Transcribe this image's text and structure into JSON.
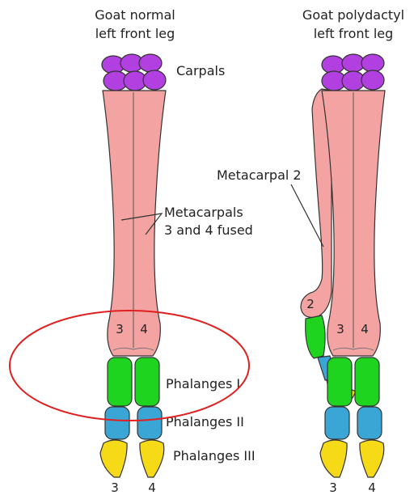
{
  "titles": {
    "normal_line1": "Goat normal",
    "normal_line2": "left front leg",
    "polydactyl_line1": "Goat polydactyl",
    "polydactyl_line2": "left front leg"
  },
  "labels": {
    "carpals": "Carpals",
    "metacarpals_line1": "Metacarpals",
    "metacarpals_line2": "3 and 4 fused",
    "metacarpal2": "Metacarpal 2",
    "phalanges1": "Phalanges I",
    "phalanges2": "Phalanges II",
    "phalanges3": "Phalanges III"
  },
  "digits": {
    "normal_left": "3",
    "normal_right": "4",
    "poly_left": "3",
    "poly_right": "4",
    "poly_extra": "2",
    "bottom_normal_left": "3",
    "bottom_normal_right": "4",
    "bottom_poly_left": "3",
    "bottom_poly_right": "4"
  },
  "colors": {
    "carpals": "#b23fe0",
    "metacarpal": "#f4a3a3",
    "phalanges1": "#1fd41f",
    "phalanges2": "#3aa6d6",
    "phalanges3": "#f6d917",
    "highlight_circle": "#e02020"
  }
}
